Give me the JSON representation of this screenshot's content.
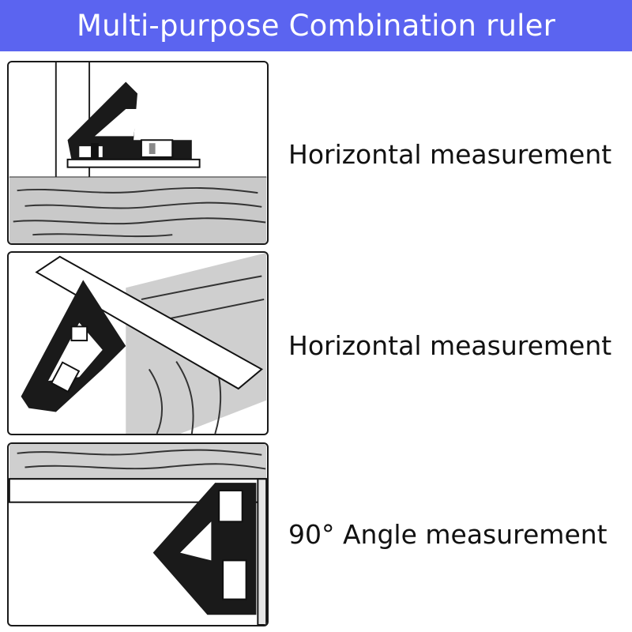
{
  "header": {
    "title": "Multi-purpose Combination ruler",
    "background": "#5b64f0"
  },
  "items": [
    {
      "caption": "Horizontal measurement",
      "illustration_icon": "ruler-on-wood-horizontal"
    },
    {
      "caption": "Horizontal measurement",
      "illustration_icon": "ruler-on-tilted-board"
    },
    {
      "caption": "90°  Angle measurement",
      "illustration_icon": "ruler-90-degree-corner"
    }
  ]
}
